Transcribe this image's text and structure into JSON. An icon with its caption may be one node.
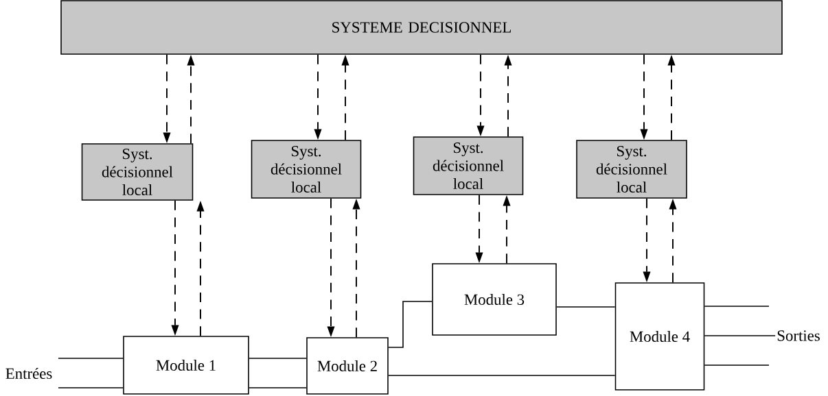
{
  "diagram": {
    "nodes": [
      {
        "text": [
          "SYSTEME DECISIONNEL"
        ]
      },
      {
        "text": [
          "Syst. décisionnel local"
        ]
      },
      {
        "text": [
          "Syst. décisionnel local"
        ]
      },
      {
        "text": [
          "Syst. décisionnel local"
        ]
      },
      {
        "text": [
          "Syst. décisionnel local"
        ]
      },
      {
        "text": [
          "Module 1"
        ]
      },
      {
        "text": [
          "Module 2"
        ]
      },
      {
        "text": [
          "Module 3"
        ]
      },
      {
        "text": [
          "Module 4"
        ]
      },
      {
        "text": [
          "Entrées"
        ]
      },
      {
        "text": [
          "Sorties"
        ]
      }
    ],
    "edges": [
      {
        "from": 0,
        "to": 1,
        "arrow": "to",
        "style": "dashed"
      },
      {
        "from": 1,
        "to": 0,
        "arrow": "to",
        "style": "dashed"
      },
      {
        "from": 0,
        "to": 2,
        "arrow": "to",
        "style": "dashed"
      },
      {
        "from": 2,
        "to": 0,
        "arrow": "to",
        "style": "dashed"
      },
      {
        "from": 0,
        "to": 3,
        "arrow": "to",
        "style": "dashed"
      },
      {
        "from": 3,
        "to": 0,
        "arrow": "to",
        "style": "dashed"
      },
      {
        "from": 0,
        "to": 4,
        "arrow": "to",
        "style": "dashed"
      },
      {
        "from": 4,
        "to": 0,
        "arrow": "to",
        "style": "dashed"
      },
      {
        "from": 1,
        "to": 5,
        "arrow": "to",
        "style": "dashed"
      },
      {
        "from": 5,
        "to": 1,
        "arrow": "to",
        "style": "dashed"
      },
      {
        "from": 2,
        "to": 6,
        "arrow": "to",
        "style": "dashed"
      },
      {
        "from": 6,
        "to": 2,
        "arrow": "to",
        "style": "dashed"
      },
      {
        "from": 3,
        "to": 7,
        "arrow": "to",
        "style": "dashed"
      },
      {
        "from": 7,
        "to": 3,
        "arrow": "to",
        "style": "dashed"
      },
      {
        "from": 4,
        "to": 8,
        "arrow": "to",
        "style": "dashed"
      },
      {
        "from": 8,
        "to": 4,
        "arrow": "to",
        "style": "dashed"
      },
      {
        "from": 9,
        "to": 5,
        "arrow": "none"
      },
      {
        "from": 9,
        "to": 5,
        "arrow": "none"
      },
      {
        "from": 5,
        "to": 6,
        "arrow": "none"
      },
      {
        "from": 5,
        "to": 6,
        "arrow": "none"
      },
      {
        "from": 6,
        "to": 7,
        "arrow": "none"
      },
      {
        "from": 6,
        "to": 8,
        "arrow": "none"
      },
      {
        "from": 7,
        "to": 8,
        "arrow": "none"
      },
      {
        "from": 8,
        "to": null,
        "arrow": "none"
      },
      {
        "from": 8,
        "to": 10,
        "arrow": "none"
      },
      {
        "from": 8,
        "to": null,
        "arrow": "none"
      }
    ]
  }
}
